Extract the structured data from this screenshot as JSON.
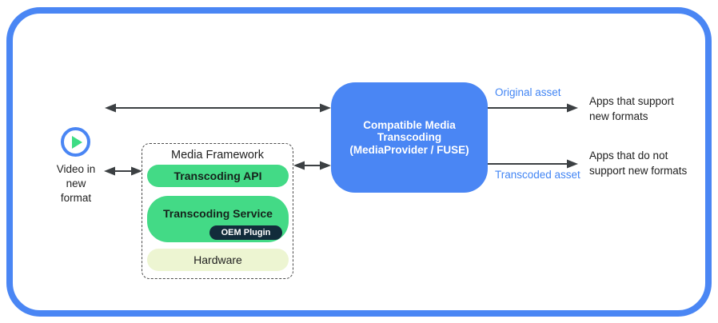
{
  "colors": {
    "frame_blue": "#4a86f4",
    "transcoder_blue": "#4a86f4",
    "asset_label_blue": "#4285f4",
    "pill_green": "#43da86",
    "oem_plugin_dark": "#122c3b",
    "hardware_pill": "#edf5d2",
    "arrow_gray": "#3c4043",
    "play_triangle_green": "#3ddc84"
  },
  "source": {
    "play_icon": "play-icon",
    "label": "Video in\nnew\nformat"
  },
  "media_framework": {
    "title": "Media Framework",
    "layers": [
      {
        "label": "Transcoding API"
      },
      {
        "label": "Transcoding Service",
        "plugin_label": "OEM Plugin"
      },
      {
        "label": "Hardware"
      }
    ]
  },
  "transcoder": {
    "label": "Compatible Media\nTranscoding\n(MediaProvider / FUSE)"
  },
  "outputs": [
    {
      "asset_label": "Original asset",
      "destination": "Apps that support\nnew formats"
    },
    {
      "asset_label": "Transcoded asset",
      "destination": "Apps that do not\nsupport new formats"
    }
  ]
}
